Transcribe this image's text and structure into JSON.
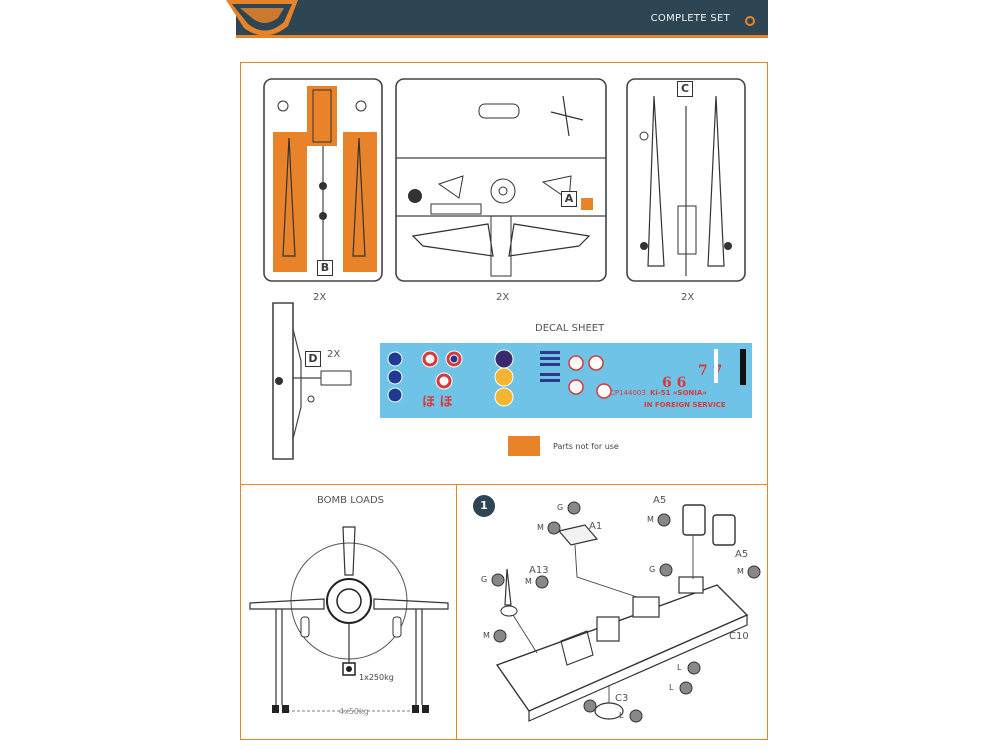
{
  "header": {
    "title": "COMPLETE SET",
    "colors": {
      "bar": "#2e4653",
      "accent": "#e8832a"
    }
  },
  "sprues": {
    "B": {
      "letter": "B",
      "qty": "2X"
    },
    "A": {
      "letter": "A",
      "qty": "2X"
    },
    "C": {
      "letter": "C",
      "qty": "2X"
    },
    "D": {
      "letter": "D",
      "qty": "2X"
    }
  },
  "decal": {
    "title": "DECAL SHEET",
    "code": "CP144003",
    "model": "Ki-51 «SONIA»",
    "subtitle": "IN FOREIGN SERVICE",
    "chars": "ほ ほ"
  },
  "legend": {
    "label": "Parts not for use",
    "color": "#e8832a"
  },
  "bomb": {
    "title": "BOMB LOADS",
    "load1": "1x250kg",
    "load2": "4x50kg"
  },
  "step1": {
    "number": "1",
    "parts": {
      "a1": "A1",
      "a5_top": "A5",
      "a5_side": "A5",
      "a13": "A13",
      "c10": "C10",
      "c3": "C3"
    },
    "paint": {
      "g": "G",
      "m": "M",
      "l": "L"
    }
  }
}
